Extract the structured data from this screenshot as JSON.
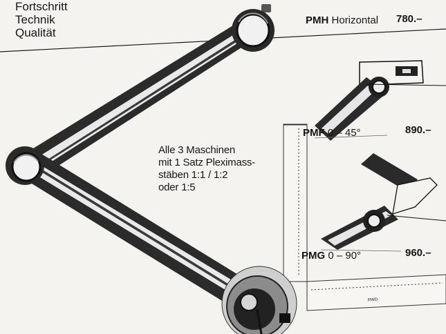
{
  "tagline": [
    "Fortschritt",
    "Technik",
    "Qualität"
  ],
  "models": [
    {
      "code": "PMH",
      "label": "Horizontal",
      "price": "780.–"
    },
    {
      "code": "PMF",
      "label": "0 – 45°",
      "price": "890.–"
    },
    {
      "code": "PMG",
      "label": "0 – 90°",
      "price": "960.–"
    }
  ],
  "description": [
    "Alle 3 Maschinen",
    "mit 1 Satz Pleximass-",
    "stäben 1:1 / 1:2",
    "oder 1:5"
  ],
  "ruler_mark": "RWD",
  "colors": {
    "paper": "#f4f3ef",
    "ink": "#161616",
    "grey": "#8e8e8e"
  }
}
